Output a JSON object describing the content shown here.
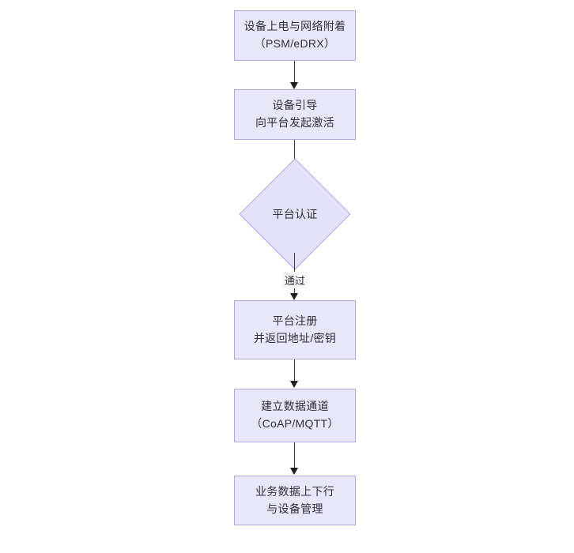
{
  "diagram": {
    "type": "flowchart",
    "orientation": "top-to-bottom",
    "background_color": "#ffffff",
    "node_fill_color": "#e8e6fa",
    "node_border_color": "#b7a5e3",
    "text_color": "#2f2f38",
    "connector_color": "#3a3a3a",
    "nodes": [
      {
        "id": "power-on",
        "shape": "rectangle",
        "line1": "设备上电与网络附着",
        "line2": "（PSM/eDRX）"
      },
      {
        "id": "bootstrap",
        "shape": "rectangle",
        "line1": "设备引导",
        "line2": "向平台发起激活"
      },
      {
        "id": "platform-auth",
        "shape": "diamond",
        "line1": "平台认证",
        "line2": ""
      },
      {
        "id": "platform-register",
        "shape": "rectangle",
        "line1": "平台注册",
        "line2": "并返回地址/密钥"
      },
      {
        "id": "data-channel",
        "shape": "rectangle",
        "line1": "建立数据通道",
        "line2": "（CoAP/MQTT）"
      },
      {
        "id": "service-data",
        "shape": "rectangle",
        "line1": "业务数据上下行",
        "line2": "与设备管理"
      }
    ],
    "edges": [
      {
        "from": "power-on",
        "to": "bootstrap",
        "label": ""
      },
      {
        "from": "bootstrap",
        "to": "platform-auth",
        "label": ""
      },
      {
        "from": "platform-auth",
        "to": "platform-register",
        "label": "通过"
      },
      {
        "from": "platform-register",
        "to": "data-channel",
        "label": ""
      },
      {
        "from": "data-channel",
        "to": "service-data",
        "label": ""
      }
    ]
  }
}
